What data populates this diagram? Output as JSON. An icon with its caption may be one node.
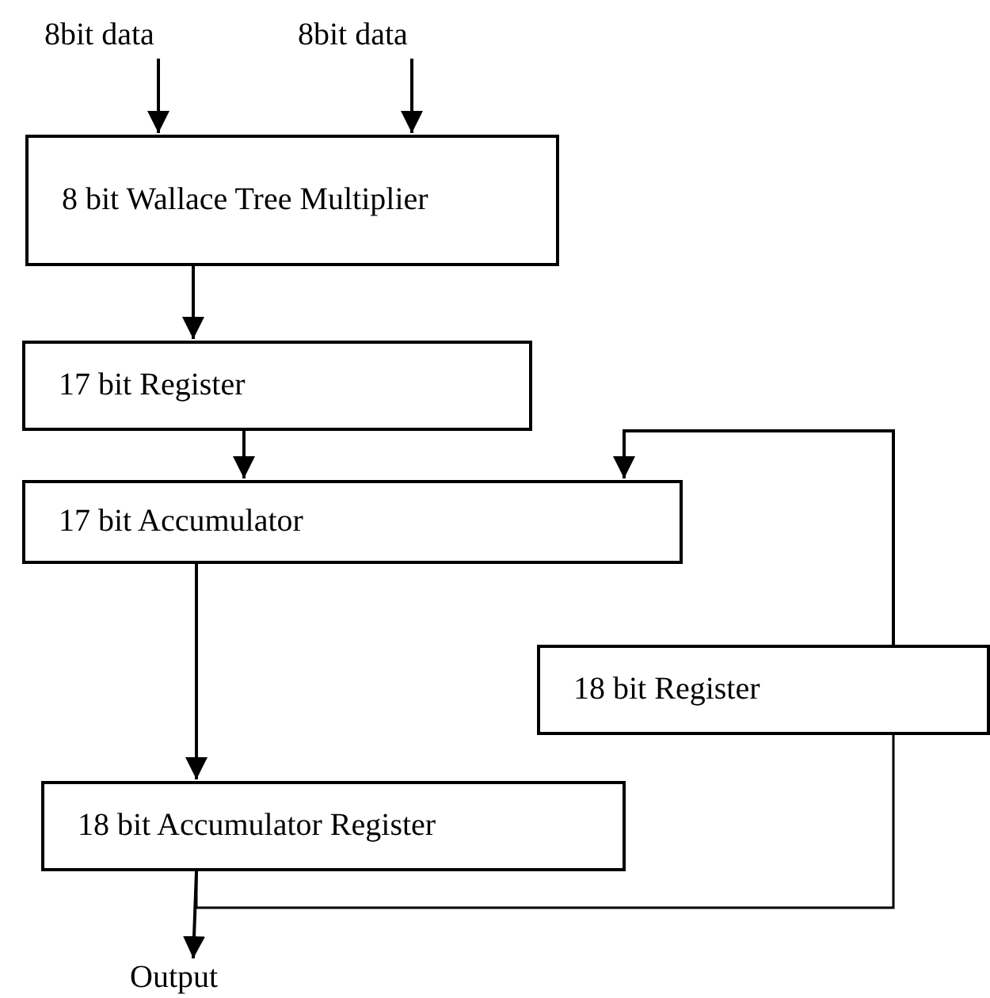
{
  "diagram": {
    "nodes": [
      {
        "text": [
          "8bit data"
        ]
      },
      {
        "text": [
          "8bit data"
        ]
      },
      {
        "text": [
          "8 bit Wallace Tree Multiplier"
        ]
      },
      {
        "text": [
          "17 bit Register"
        ]
      },
      {
        "text": [
          "17 bit Accumulator"
        ]
      },
      {
        "text": [
          "18 bit Register"
        ]
      },
      {
        "text": [
          "18 bit Accumulator Register"
        ]
      },
      {
        "text": [
          "Output"
        ]
      }
    ],
    "edges": [
      {
        "from": 0,
        "to": 2,
        "arrow": "to"
      },
      {
        "from": 1,
        "to": 2,
        "arrow": "to"
      },
      {
        "from": 2,
        "to": 3,
        "arrow": "to"
      },
      {
        "from": 3,
        "to": 4,
        "arrow": "to"
      },
      {
        "from": 5,
        "to": 4,
        "arrow": "to"
      },
      {
        "from": 4,
        "to": 6,
        "arrow": "to"
      },
      {
        "from": 6,
        "to": 7,
        "arrow": "to"
      },
      {
        "from": 6,
        "to": 5,
        "arrow": "none"
      }
    ]
  }
}
